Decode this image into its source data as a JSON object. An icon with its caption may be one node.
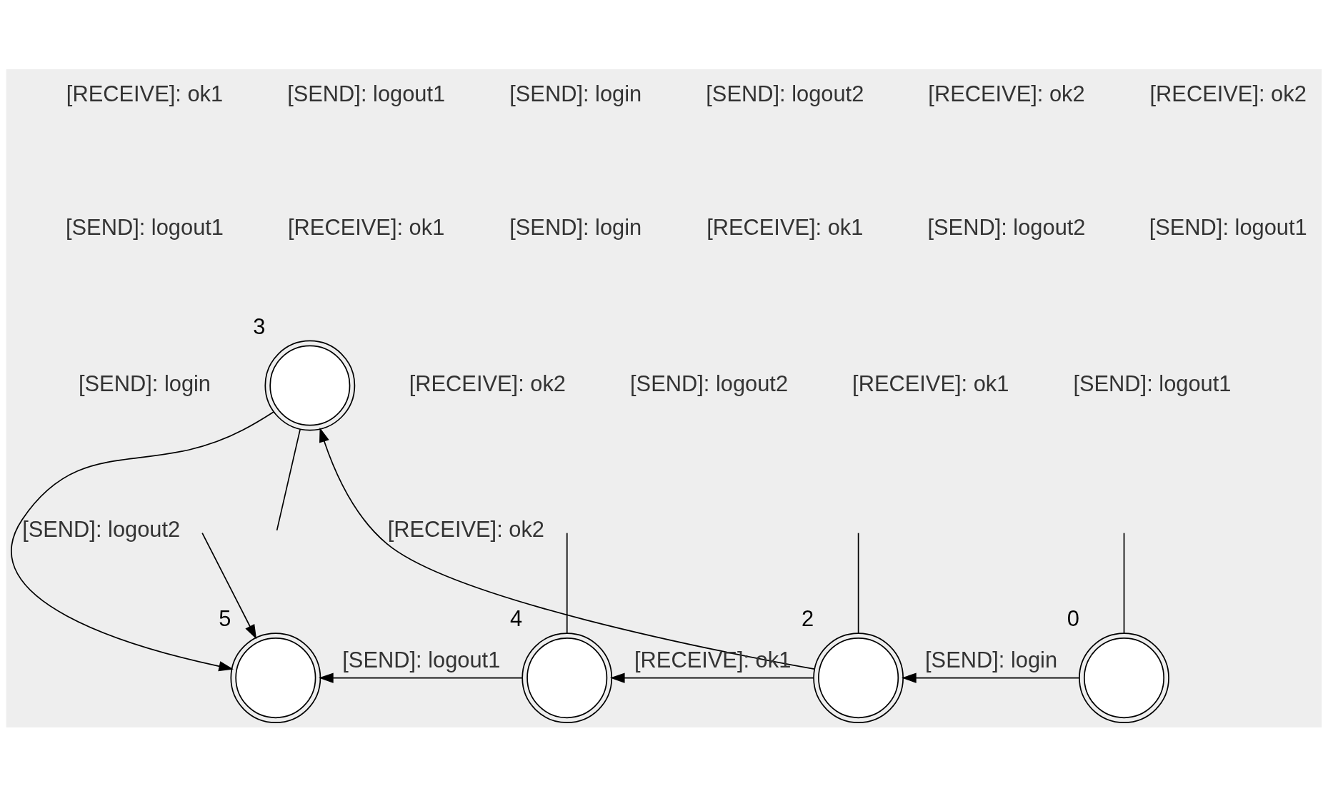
{
  "diagram": {
    "nodes": [
      {
        "text": [],
        "shape": "circle",
        "beside": [
          "5"
        ]
      },
      {
        "text": [],
        "shape": "circle",
        "beside": [
          "3"
        ]
      },
      {
        "text": [],
        "shape": "circle",
        "beside": [
          "4"
        ]
      },
      {
        "text": [],
        "shape": "circle",
        "beside": [
          "2"
        ]
      },
      {
        "text": [],
        "shape": "circle",
        "beside": [
          "0"
        ]
      }
    ],
    "edges": [
      {
        "from": 4,
        "to": 3,
        "arrow": "to",
        "label": "[SEND]: login"
      },
      {
        "from": 3,
        "to": 1,
        "arrow": "to",
        "label": "[RECEIVE]: ok2"
      },
      {
        "from": 3,
        "to": 2,
        "arrow": "to",
        "label": "[RECEIVE]: ok1"
      },
      {
        "from": 1,
        "to": 0,
        "arrow": "to",
        "label": "[SEND]: logout2"
      },
      {
        "from": 2,
        "to": 0,
        "arrow": "to",
        "label": "[SEND]: logout1"
      },
      {
        "from": null,
        "to": 0,
        "arrow": "to"
      },
      {
        "from": 1,
        "to": null,
        "arrow": "none"
      },
      {
        "from": 2,
        "to": null,
        "arrow": "none"
      },
      {
        "from": 3,
        "to": null,
        "arrow": "none"
      },
      {
        "from": 4,
        "to": null,
        "arrow": "none"
      }
    ],
    "labels": [
      "[RECEIVE]: ok1",
      "[SEND]: logout1",
      "[SEND]: login",
      "[SEND]: logout2",
      "[RECEIVE]: ok2",
      "[RECEIVE]: ok2",
      "[SEND]: logout1",
      "[RECEIVE]: ok1",
      "[SEND]: login",
      "[RECEIVE]: ok1",
      "[SEND]: logout2",
      "[SEND]: logout1",
      "[SEND]: login",
      "[RECEIVE]: ok2",
      "[SEND]: logout2",
      "[RECEIVE]: ok1",
      "[SEND]: logout1"
    ]
  }
}
